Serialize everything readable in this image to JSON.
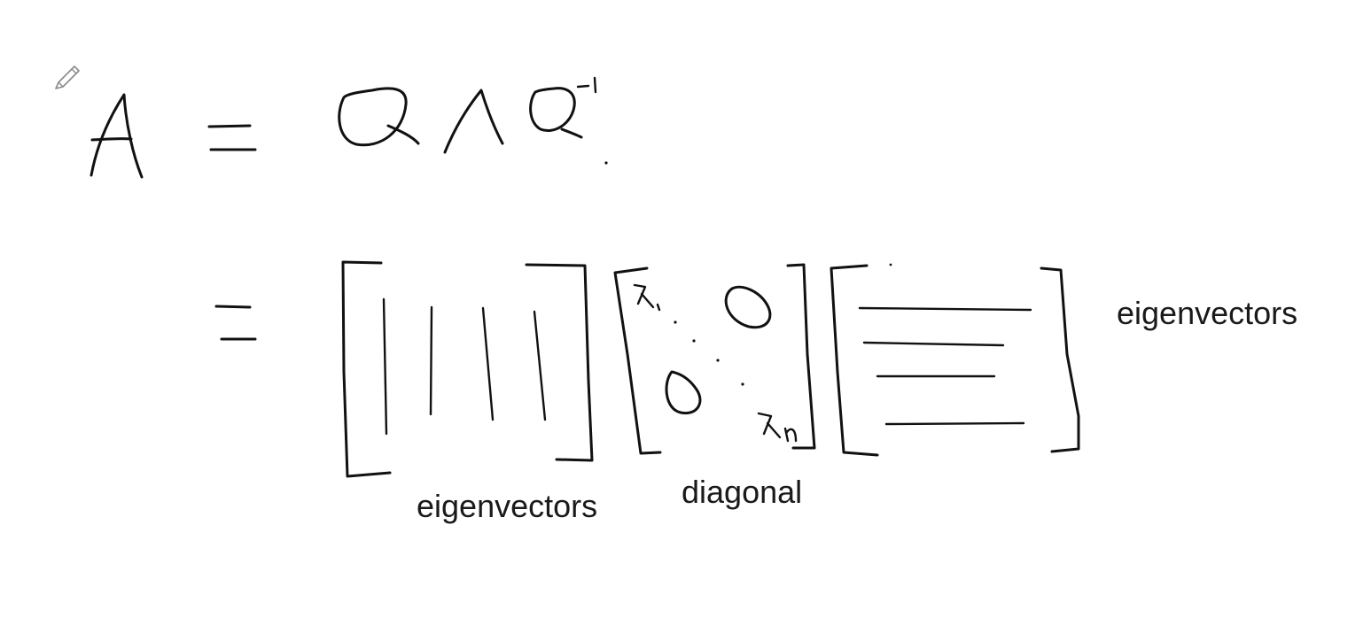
{
  "tool": {
    "icon": "pencil-icon"
  },
  "labels": {
    "eigenvectors_right": "eigenvectors",
    "eigenvectors_left": "eigenvectors",
    "diagonal": "diagonal"
  },
  "colors": {
    "background": "#ffffff",
    "ink": "#111111",
    "pencil": "#8a8a8a"
  }
}
